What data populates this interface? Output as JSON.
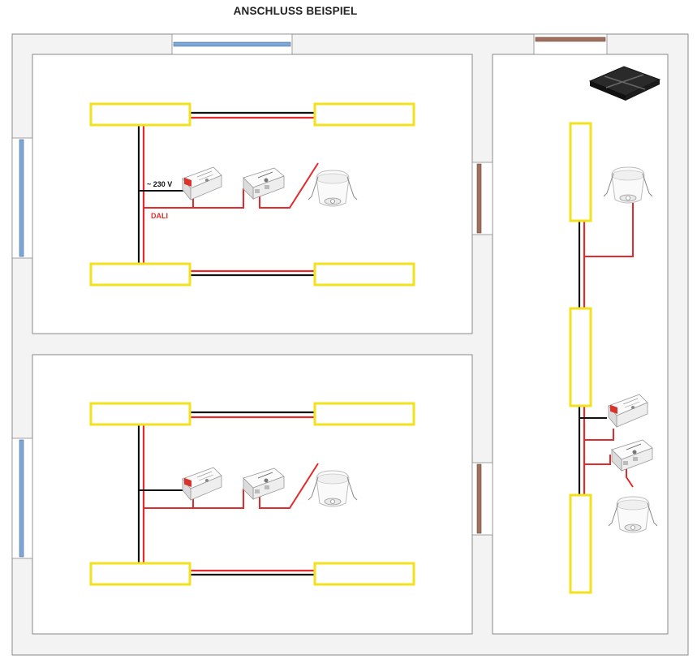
{
  "title": "ANSCHLUSS BEISPIEL",
  "labels": {
    "voltage": "~ 230 V",
    "bus": "DALI"
  },
  "colors": {
    "wall": "#f3f3f3",
    "wall_border": "#8a8a8a",
    "window": "#7da7d6",
    "door": "#a0705e",
    "fixture_frame": "#f2e21c",
    "wire_mains": "#111111",
    "wire_bus": "#e32b2b"
  },
  "icons": {
    "light_panel": "linear-light-panel-icon",
    "driver": "dali-driver-icon",
    "sensor": "sensor-module-icon",
    "downlight": "recessed-downlight-icon",
    "wall_switch": "dali-wall-switch-icon"
  }
}
